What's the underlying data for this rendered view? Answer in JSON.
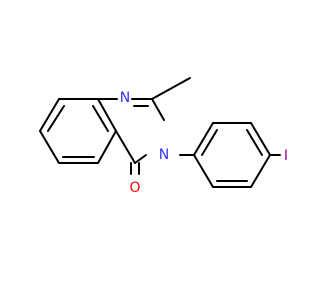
{
  "molecule": {
    "atoms": {
      "n1": {
        "symbol": "N"
      },
      "n3": {
        "symbol": "N"
      },
      "o": {
        "symbol": "O"
      },
      "i": {
        "symbol": "I"
      }
    },
    "colors": {
      "bond": "#000000",
      "nitrogen": "#3333ff",
      "oxygen": "#ff0000",
      "iodine": "#940094"
    }
  }
}
